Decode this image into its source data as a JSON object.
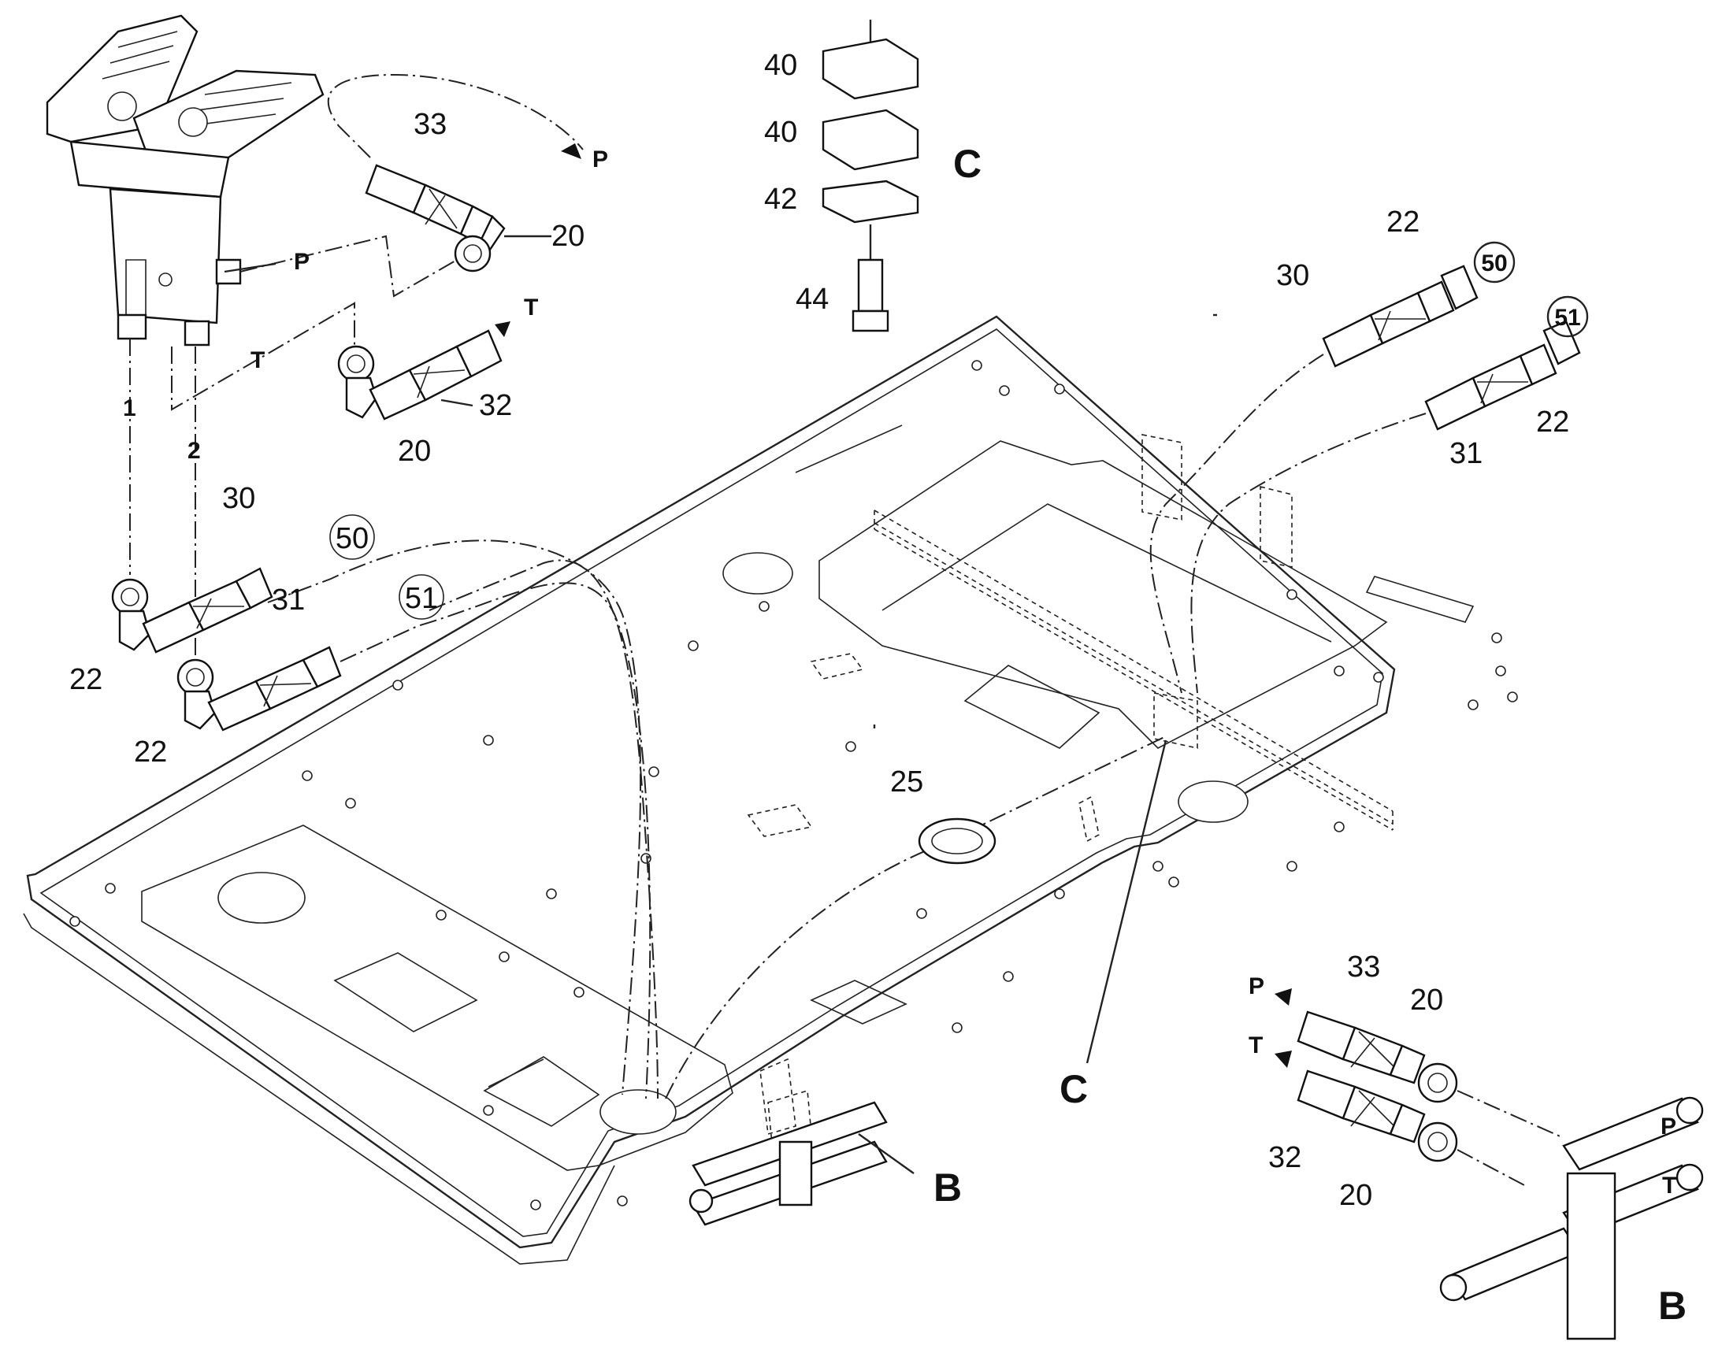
{
  "diagram": {
    "callouts": {
      "c40a": "40",
      "c40b": "40",
      "c42": "42",
      "c44": "44",
      "cC_top": "C",
      "c33_top": "33",
      "c20_top1": "20",
      "c20_top2": "20",
      "c32_top": "32",
      "cP_top": "P",
      "cT_top": "T",
      "cP_pedal": "P",
      "cT_pedal": "T",
      "c1": "1",
      "c2": "2",
      "c30_left": "30",
      "c50_left": "50",
      "c51_left": "51",
      "c31_left": "31",
      "c22_left1": "22",
      "c22_left2": "22",
      "c30_right": "30",
      "c22_right1": "22",
      "c50_right": "50",
      "c51_right": "51",
      "c31_right": "31",
      "c22_right2": "22",
      "c25": "25",
      "cC_bottom": "C",
      "cB_mid": "B",
      "c33_br": "33",
      "c20_br1": "20",
      "c32_br": "32",
      "c20_br2": "20",
      "cP_br": "P",
      "cT_br": "T",
      "cP_valve": "P",
      "cT_valve": "T",
      "cB_corner": "B"
    }
  }
}
